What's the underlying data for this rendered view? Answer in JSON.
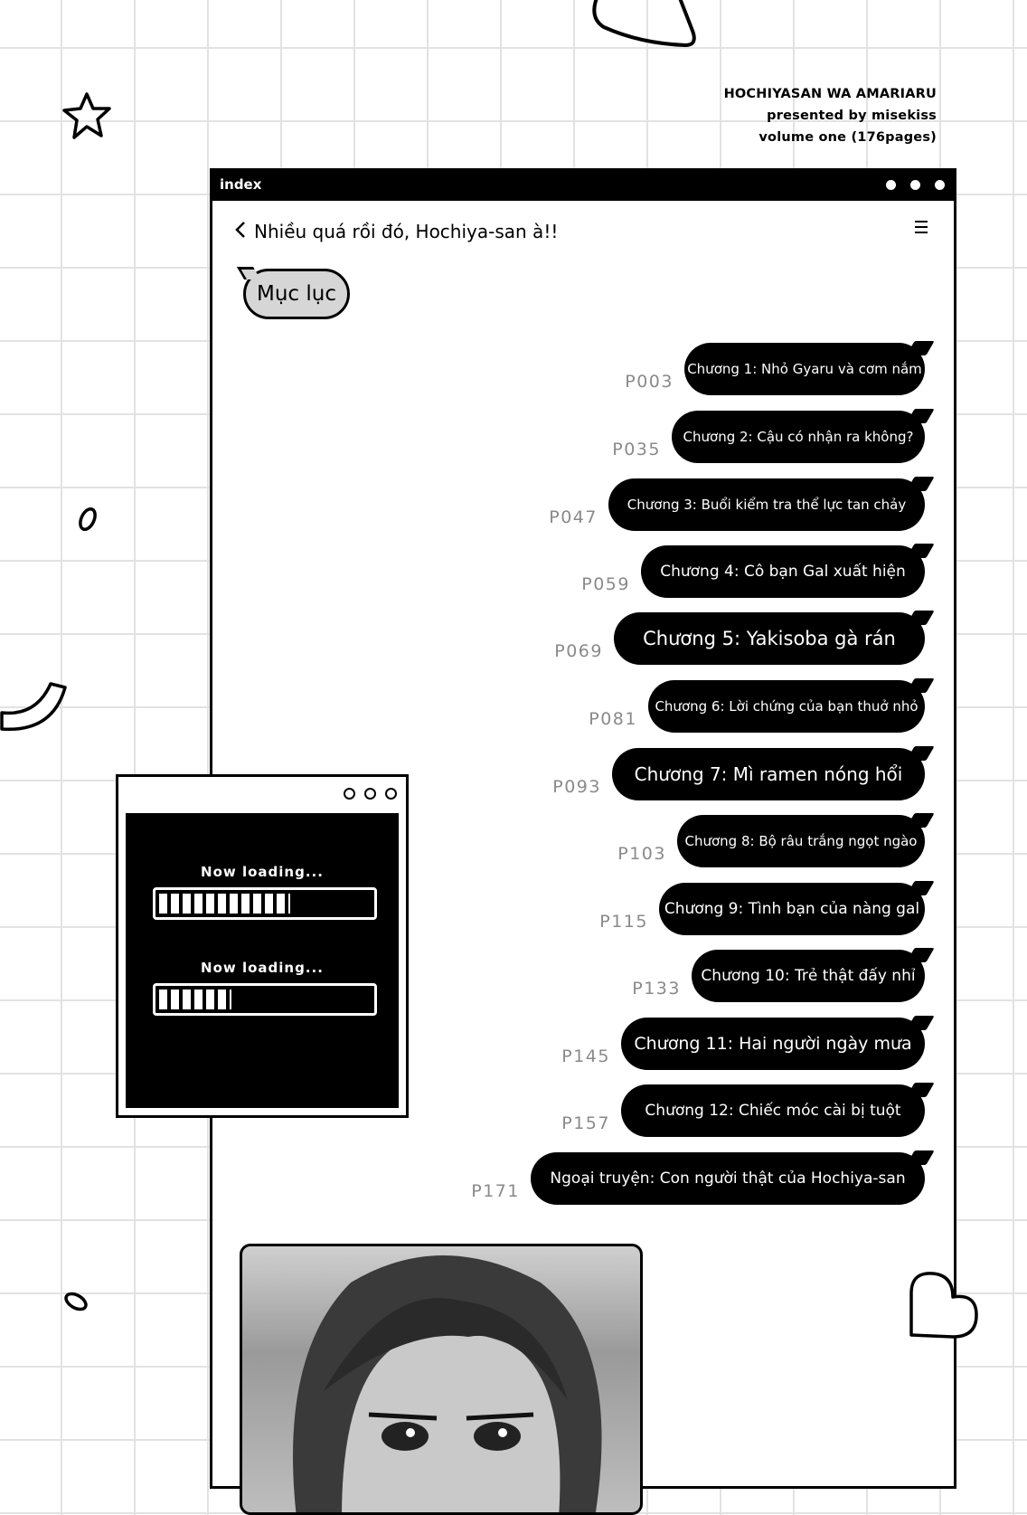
{
  "header": {
    "series_title": "HOCHIYASAN WA AMARIARU",
    "credit": "presented by misekiss",
    "volume": "volume one (176pages)"
  },
  "window": {
    "title": "index",
    "nav_title": "Nhiều quá rồi đó, Hochiya-san à!!",
    "back_icon": "chevron-left-icon",
    "menu_icon": "hamburger-menu-icon"
  },
  "toc_label": "Mục lục",
  "chapters": [
    {
      "page": "P003",
      "title": "Chương 1: Nhỏ Gyaru và cơm nắm"
    },
    {
      "page": "P035",
      "title": "Chương 2: Cậu có nhận ra không?"
    },
    {
      "page": "P047",
      "title": "Chương 3: Buổi kiểm tra thể lực tan chảy"
    },
    {
      "page": "P059",
      "title": "Chương 4: Cô bạn Gal xuất hiện"
    },
    {
      "page": "P069",
      "title": "Chương 5: Yakisoba gà rán"
    },
    {
      "page": "P081",
      "title": "Chương 6: Lời chứng của bạn thuở nhỏ"
    },
    {
      "page": "P093",
      "title": "Chương 7: Mì ramen nóng hổi"
    },
    {
      "page": "P103",
      "title": "Chương 8: Bộ râu trắng ngọt ngào"
    },
    {
      "page": "P115",
      "title": "Chương 9: Tình bạn của nàng gal"
    },
    {
      "page": "P133",
      "title": "Chương 10: Trẻ thật đấy nhỉ"
    },
    {
      "page": "P145",
      "title": "Chương 11: Hai người ngày mưa"
    },
    {
      "page": "P157",
      "title": "Chương 12: Chiếc móc cài bị tuột"
    },
    {
      "page": "P171",
      "title": "Ngoại truyện: Con người thật của Hochiya-san"
    }
  ],
  "loading": {
    "label_1": "Now loading...",
    "progress_1": 0.62,
    "label_2": "Now loading...",
    "progress_2": 0.34
  },
  "colors": {
    "bubble": "#000000",
    "page_label": "#8a8a8a",
    "toc_bubble": "#d6d6d6",
    "grid": "#e2e2e2"
  }
}
